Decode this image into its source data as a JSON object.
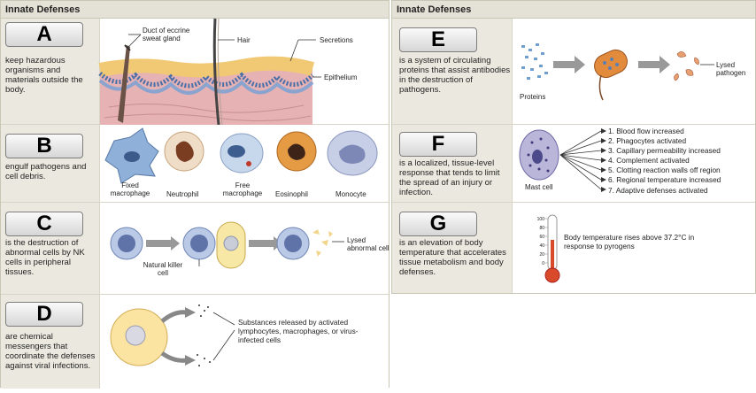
{
  "left_panel": {
    "header": "Innate Defenses",
    "rows": [
      {
        "letter": "A",
        "description": "keep hazardous organisms and materials outside the body.",
        "labels": {
          "duct": "Duct of eccrine sweat gland",
          "hair": "Hair",
          "secretions": "Secretions",
          "epithelium": "Epithelium"
        }
      },
      {
        "letter": "B",
        "description": "engulf pathogens and cell debris.",
        "labels": {
          "fixed": "Fixed macrophage",
          "neutrophil": "Neutrophil",
          "free": "Free macrophage",
          "eosinophil": "Eosinophil",
          "monocyte": "Monocyte"
        }
      },
      {
        "letter": "C",
        "description": "is the destruction of abnormal cells by NK cells in peripheral tissues.",
        "labels": {
          "nk": "Natural killer cell",
          "lysed": "Lysed abnormal cell"
        }
      },
      {
        "letter": "D",
        "description": "are chemical messengers that coordinate the defenses against viral infections.",
        "labels": {
          "substances": "Substances released by activated lymphocytes, macrophages, or virus-infected cells"
        }
      }
    ]
  },
  "right_panel": {
    "header": "Innate Defenses",
    "rows": [
      {
        "letter": "E",
        "description": "is a system of circulating proteins that assist antibodies in the destruction of pathogens.",
        "labels": {
          "proteins": "Proteins",
          "lysed": "Lysed pathogen"
        }
      },
      {
        "letter": "F",
        "description": "is a localized, tissue-level response that tends to limit the spread of an injury or infection.",
        "labels": {
          "mast": "Mast cell"
        },
        "effects": [
          "1. Blood flow increased",
          "2. Phagocytes activated",
          "3. Capillary permeability increased",
          "4. Complement activated",
          "5. Clotting reaction walls off region",
          "6. Regional temperature increased",
          "7. Adaptive defenses activated"
        ]
      },
      {
        "letter": "G",
        "description": "is an elevation of body temperature that accelerates tissue metabolism and body defenses.",
        "labels": {
          "temp": "Body temperature rises above 37.2°C in response to pyrogens"
        },
        "thermometer_ticks": [
          "100",
          "80",
          "60",
          "40",
          "20",
          "0"
        ]
      }
    ]
  }
}
